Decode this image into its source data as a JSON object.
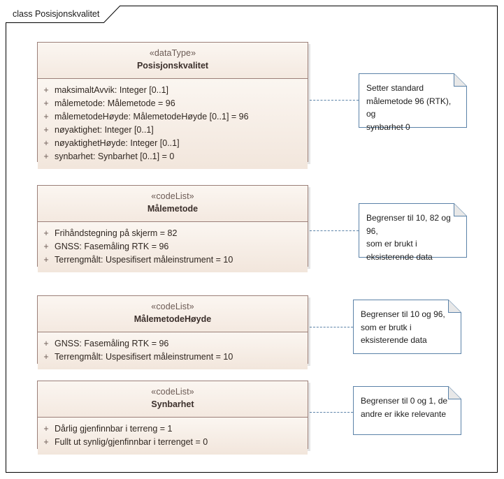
{
  "diagram": {
    "frame_label": "class Posisjonskvalitet",
    "colors": {
      "class_fill": "#f6ece4",
      "class_border": "#9b7f78",
      "note_border": "#5b82a8",
      "note_fill": "#ffffff",
      "connector": "#5b82a8",
      "frame_border": "#000000",
      "background": "#ffffff"
    }
  },
  "classes": [
    {
      "id": "posisjonskvalitet",
      "stereotype": "«dataType»",
      "name": "Posisjonskvalitet",
      "attributes": [
        {
          "visibility": "+",
          "text": "maksimaltAvvik: Integer [0..1]"
        },
        {
          "visibility": "+",
          "text": "målemetode: Målemetode = 96"
        },
        {
          "visibility": "+",
          "text": "målemetodeHøyde: MålemetodeHøyde [0..1] = 96"
        },
        {
          "visibility": "+",
          "text": "nøyaktighet: Integer [0..1]"
        },
        {
          "visibility": "+",
          "text": "nøyaktighetHøyde: Integer [0..1]"
        },
        {
          "visibility": "+",
          "text": "synbarhet: Synbarhet [0..1] = 0"
        }
      ]
    },
    {
      "id": "malemetode",
      "stereotype": "«codeList»",
      "name": "Målemetode",
      "attributes": [
        {
          "visibility": "+",
          "text": "Frihåndstegning på skjerm = 82"
        },
        {
          "visibility": "+",
          "text": "GNSS: Fasemåling RTK = 96"
        },
        {
          "visibility": "+",
          "text": "Terrengmålt: Uspesifisert måleinstrument = 10"
        }
      ]
    },
    {
      "id": "malemetodehoyde",
      "stereotype": "«codeList»",
      "name": "MålemetodeHøyde",
      "attributes": [
        {
          "visibility": "+",
          "text": "GNSS: Fasemåling RTK = 96"
        },
        {
          "visibility": "+",
          "text": "Terrengmålt: Uspesifisert måleinstrument = 10"
        }
      ]
    },
    {
      "id": "synbarhet",
      "stereotype": "«codeList»",
      "name": "Synbarhet",
      "attributes": [
        {
          "visibility": "+",
          "text": "Dårlig gjenfinnbar i terreng = 1"
        },
        {
          "visibility": "+",
          "text": "Fullt ut synlig/gjenfinnbar i terrenget = 0"
        }
      ]
    }
  ],
  "notes": [
    {
      "id": "note-posisjonskvalitet",
      "text": "Setter standard\nmålemetode 96 (RTK), og\nsynbarhet 0"
    },
    {
      "id": "note-malemetode",
      "text": "Begrenser til 10, 82 og 96,\nsom er brukt i\neksisterende data"
    },
    {
      "id": "note-malemetodehoyde",
      "text": "Begrenser til 10 og 96,\nsom er brutk i\neksisterende data"
    },
    {
      "id": "note-synbarhet",
      "text": "Begrenser til 0 og 1, de\nandre er ikke relevante"
    }
  ]
}
